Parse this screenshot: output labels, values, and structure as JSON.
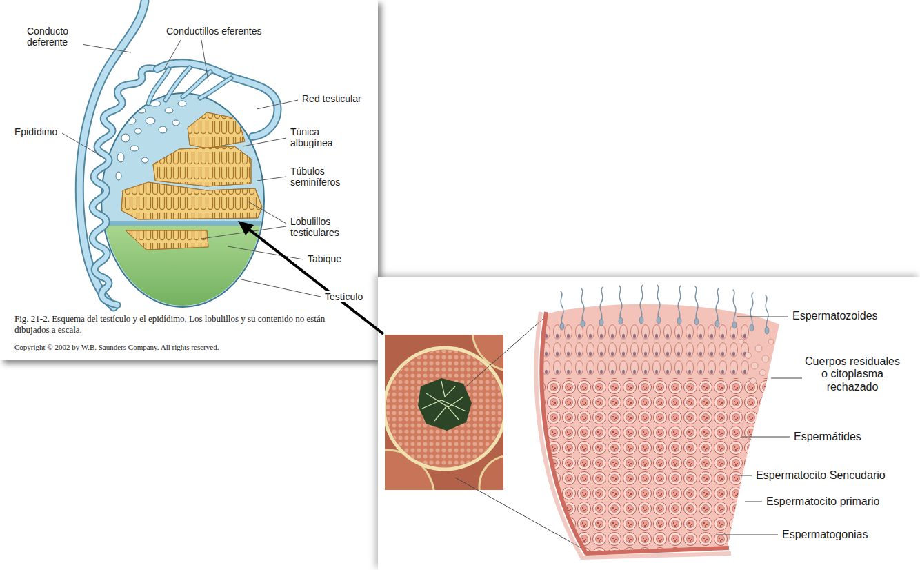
{
  "diagram": {
    "caption": "Fig. 21-2. Esquema del testículo y el epidídimo. Los lobulillos y su contenido no están dibujados a escala.",
    "labels": [
      "Conducto deferente",
      "Conductillos eferentes",
      "Red testicular",
      "Epidídimo",
      "Túnica albugínea",
      "Túbulos seminíferos",
      "Lobulillos testiculares",
      "Tabique",
      "Testículo",
      "Copyright © 2002 by W.B. Saunders Company. All rights reserved.",
      "Espermatozoides",
      "Cuerpos residuales o citoplasma rechazado",
      "Espermátides",
      "Espermatocito Sencudario",
      "Espermatocito primario",
      "Espermatogonias"
    ]
  }
}
